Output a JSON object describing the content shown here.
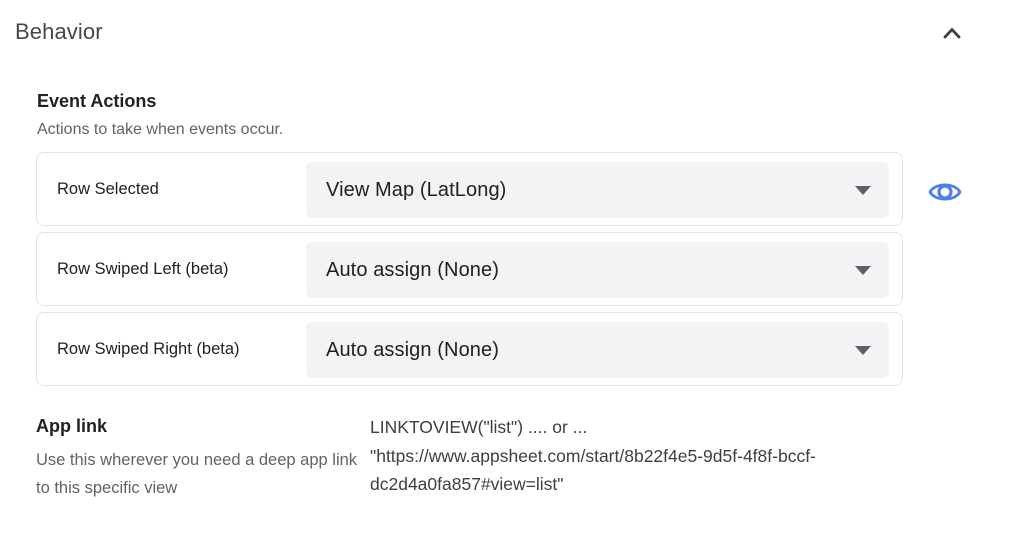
{
  "header": {
    "title": "Behavior",
    "collapse_icon": "chevron-up-icon"
  },
  "event_actions": {
    "title": "Event Actions",
    "subtitle": "Actions to take when events occur.",
    "rows": [
      {
        "label": "Row Selected",
        "value": "View Map (LatLong)"
      },
      {
        "label": "Row Swiped Left (beta)",
        "value": "Auto assign (None)"
      },
      {
        "label": "Row Swiped Right (beta)",
        "value": "Auto assign (None)"
      }
    ],
    "row_icons": {
      "dropdown": "caret-down-icon",
      "visibility": "eye-icon"
    }
  },
  "app_link": {
    "title": "App link",
    "description": "Use this wherever you need a deep app link to this specific view",
    "value_line1": "LINKTOVIEW(\"list\") .... or ...",
    "value_line2": "\"https://www.appsheet.com/start/8b22f4e5-9d5f-4f8f-bccf-dc2d4a0fa857#view=list\""
  },
  "colors": {
    "accent_blue": "#4d7fea",
    "text_primary": "#202124",
    "text_secondary": "#5f6368",
    "title_gray": "#44474b",
    "dropdown_bg": "#f1f3f4",
    "card_border": "#e2e4e7"
  }
}
